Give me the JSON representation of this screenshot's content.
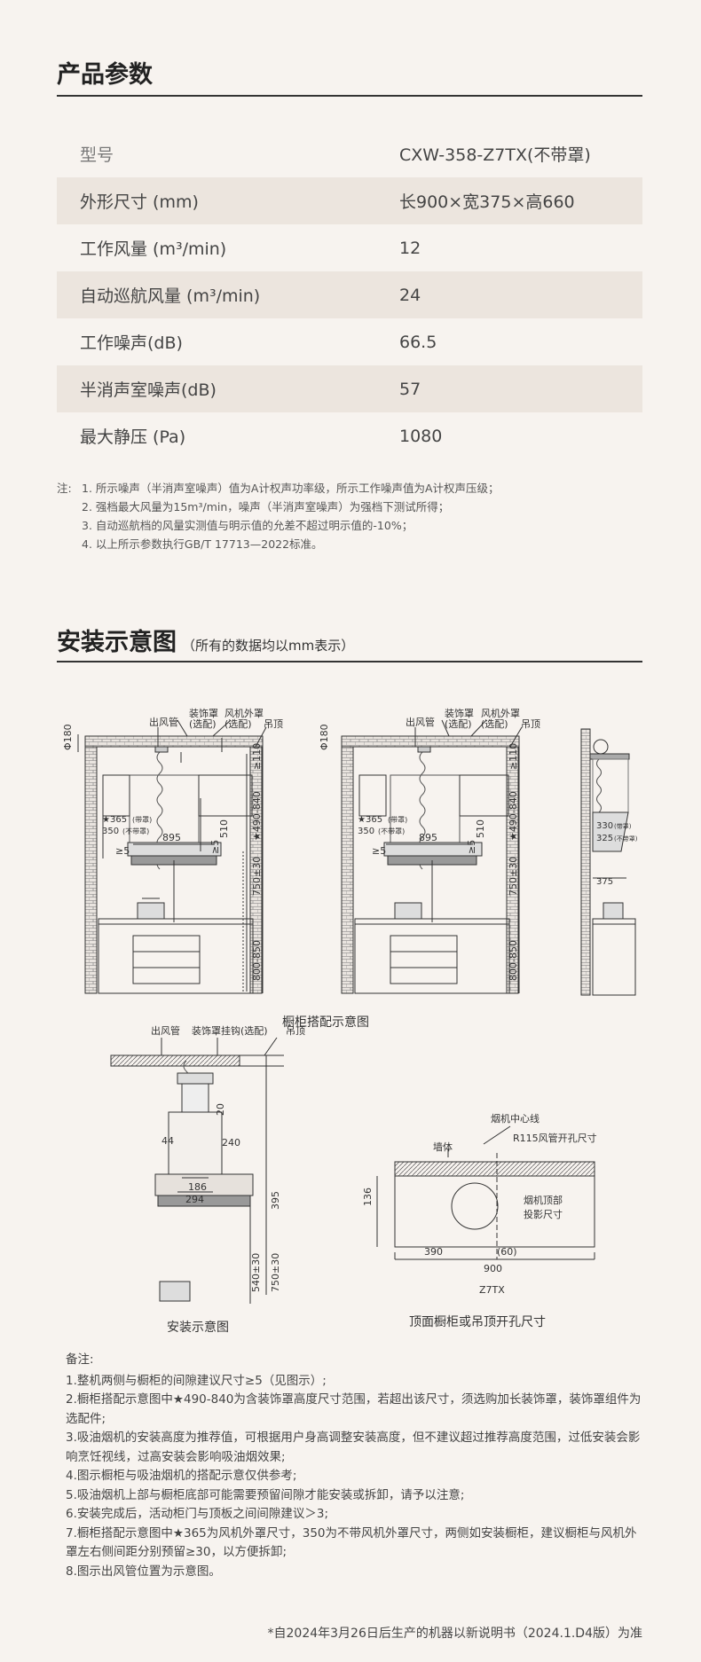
{
  "params": {
    "title": "产品参数",
    "rows": [
      {
        "label": "型号",
        "value": "CXW-358-Z7TX(不带罩)"
      },
      {
        "label": "外形尺寸 (mm)",
        "value": "长900×宽375×高660"
      },
      {
        "label": "工作风量 (m³/min)",
        "value": "12"
      },
      {
        "label": "自动巡航风量 (m³/min)",
        "value": "24"
      },
      {
        "label": "工作噪声(dB)",
        "value": "66.5"
      },
      {
        "label": "半消声室噪声(dB)",
        "value": "57"
      },
      {
        "label": "最大静压 (Pa)",
        "value": "1080"
      }
    ],
    "notes_label": "注:",
    "notes": [
      "1. 所示噪声（半消声室噪声）值为A计权声功率级，所示工作噪声值为A计权声压级；",
      "2. 强档最大风量为15m³/min，噪声（半消声室噪声）为强档下测试所得；",
      "3. 自动巡航档的风量实测值与明示值的允差不超过明示值的-10%；",
      "4. 以上所示参数执行GB/T 17713—2022标准。"
    ]
  },
  "install": {
    "title": "安装示意图",
    "subtitle": "（所有的数据均以mm表示）",
    "cabinet_caption": "橱柜搭配示意图",
    "install_caption": "安装示意图",
    "hole_caption": "顶面橱柜或吊顶开孔尺寸",
    "labels": {
      "outlet": "出风管",
      "cover": "装饰罩",
      "cover_opt": "(选配)",
      "fan_cover": "风机外罩",
      "fan_cover_opt": "(选配)",
      "ceiling": "吊顶",
      "cover_hook": "装饰罩挂钩(选配)",
      "wall": "墙体",
      "center": "烟机中心线",
      "r115": "R115风管开孔尺寸",
      "projection1": "烟机顶部",
      "projection2": "投影尺寸",
      "model": "Z7TX",
      "d180": "Φ180",
      "d110": "≥110",
      "d490": "★490-840",
      "d365": "★365",
      "d365s": "(带罩)",
      "d350": "350",
      "d350s": "(不带罩)",
      "d895": "895",
      "d510": "510",
      "dge5": "≥5",
      "d750": "750±30",
      "d800": "800-850",
      "d330": "330",
      "d330s": "(带罩)",
      "d325": "325",
      "d325s": "(不带罩)",
      "d375": "375",
      "d20": "20",
      "d44": "44",
      "d240": "240",
      "d186": "186",
      "d294": "294",
      "d395": "395",
      "d540": "540±30",
      "d136": "136",
      "d390": "390",
      "d60": "(60)",
      "d900": "900"
    }
  },
  "remarks": {
    "title": "备注:",
    "items": [
      "1.整机两侧与橱柜的间隙建议尺寸≥5（见图示）;",
      "2.橱柜搭配示意图中★490-840为含装饰罩高度尺寸范围，若超出该尺寸，须选购加长装饰罩，装饰罩组件为选配件;",
      "3.吸油烟机的安装高度为推荐值，可根据用户身高调整安装高度，但不建议超过推荐高度范围，过低安装会影响烹饪视线，过高安装会影响吸油烟效果;",
      "4.图示橱柜与吸油烟机的搭配示意仅供参考;",
      "5.吸油烟机上部与橱柜底部可能需要预留间隙才能安装或拆卸，请予以注意;",
      "6.安装完成后，活动柜门与顶板之间间隙建议＞3;",
      "7.橱柜搭配示意图中★365为风机外罩尺寸，350为不带风机外罩尺寸，两侧如安装橱柜，建议橱柜与风机外罩左右侧间距分别预留≥30，以方便拆卸;",
      "8.图示出风管位置为示意图。"
    ]
  },
  "footer": "*自2024年3月26日后生产的机器以新说明书（2024.1.D4版）为准",
  "colors": {
    "background": "#f7f3ef",
    "row_alt": "#ece5de",
    "ink": "#333333"
  }
}
